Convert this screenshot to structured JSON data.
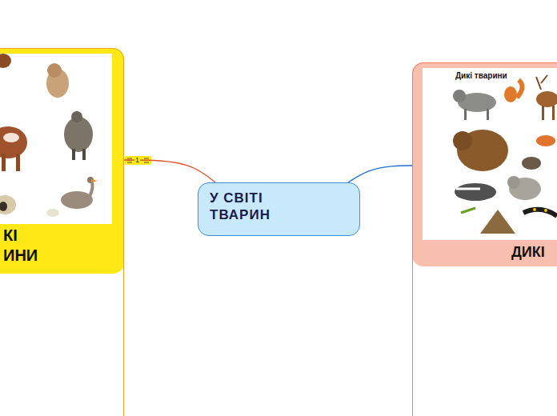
{
  "diagram": {
    "nodes": [
      {
        "text": [
          "КІ ИНИ"
        ]
      },
      {
        "text": [
          "У СВІТІ ТВАРИН"
        ]
      },
      {
        "text": [
          "ДИКІ"
        ]
      }
    ],
    "edges": [
      {
        "from": 1,
        "to": 0,
        "arrow": "none"
      },
      {
        "from": 1,
        "to": 2,
        "arrow": "none"
      }
    ],
    "labels": [
      "1",
      "Дикі тварини"
    ]
  }
}
